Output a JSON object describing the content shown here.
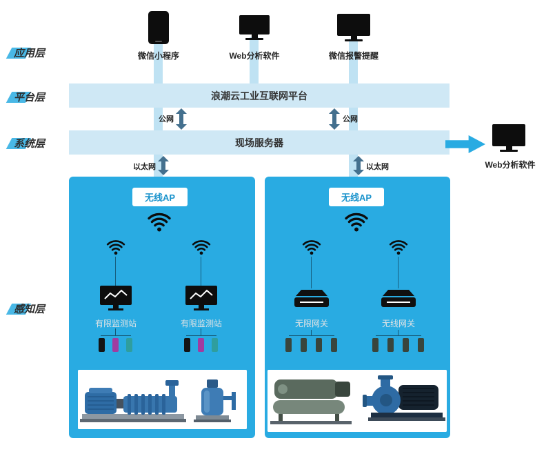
{
  "layers": [
    {
      "label": "应用层"
    },
    {
      "label": "平台层"
    },
    {
      "label": "系统层"
    },
    {
      "label": "感知层"
    }
  ],
  "applications": [
    {
      "label": "微信小程序",
      "icon": "smartphone-icon"
    },
    {
      "label": "Web分析软件",
      "icon": "monitor-icon"
    },
    {
      "label": "微信报警提醒",
      "icon": "monitor-icon"
    }
  ],
  "platform_bar": {
    "label": "浪潮云工业互联网平台"
  },
  "server_bar": {
    "label": "现场服务器"
  },
  "side_client": {
    "label": "Web分析软件",
    "icon": "monitor-icon"
  },
  "network_links": [
    {
      "label": "公网"
    },
    {
      "label": "公网"
    },
    {
      "label": "以太网"
    },
    {
      "label": "以太网"
    }
  ],
  "left_zone": {
    "ap_label": "无线AP",
    "devices": [
      {
        "label": "有限监测站",
        "icon": "monitor-chart-icon",
        "sensor_colors": [
          "#141414",
          "#a03ca0",
          "#2f9e9e"
        ]
      },
      {
        "label": "有限监测站",
        "icon": "monitor-chart-icon",
        "sensor_colors": [
          "#141414",
          "#a03ca0",
          "#2f9e9e"
        ]
      }
    ]
  },
  "right_zone": {
    "ap_label": "无线AP",
    "devices": [
      {
        "label": "无限网关",
        "icon": "gateway-icon"
      },
      {
        "label": "无线网关",
        "icon": "gateway-icon"
      }
    ]
  },
  "colors": {
    "zone_background": "#29abe2",
    "bar_background": "#cfe8f5",
    "connector_strip": "#bfe2f3",
    "arrow": "#44708e",
    "sensor_dark": "#39453c"
  }
}
